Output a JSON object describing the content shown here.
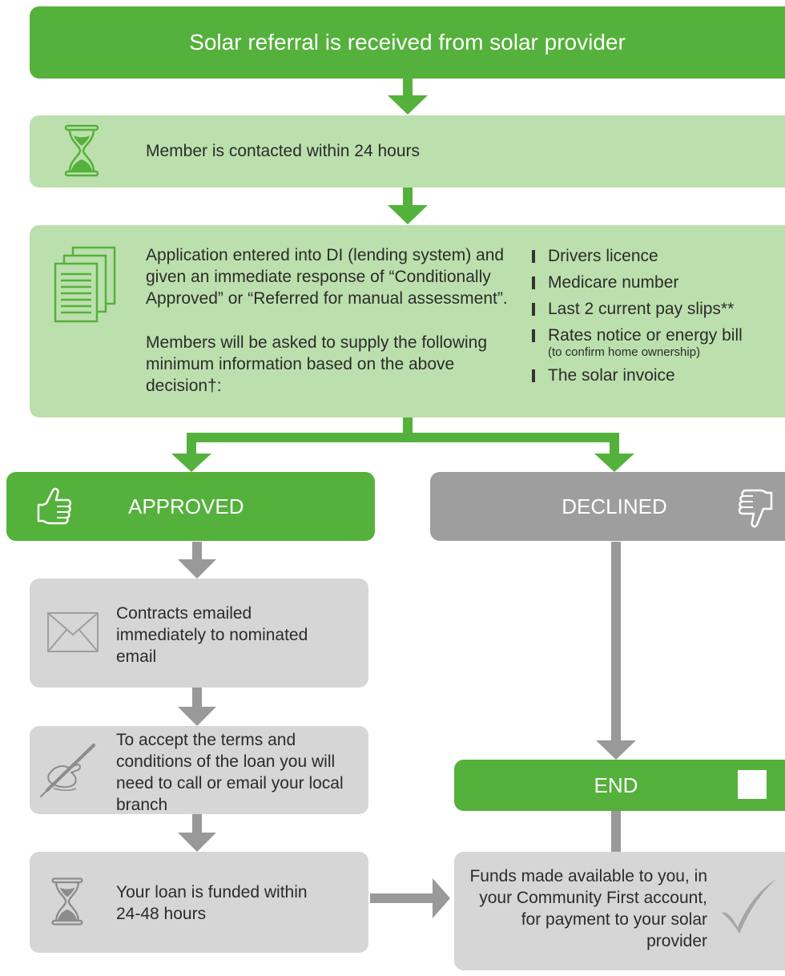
{
  "header": {
    "title": "Solar referral is received from solar provider"
  },
  "contact": {
    "text": "Member is contacted within 24 hours"
  },
  "application": {
    "description": "Application entered into DI (lending system) and given an immediate response of “Conditionally Approved” or “Referred for manual assessment”.",
    "members_note": "Members will be asked to supply the following minimum information based on the above decision†:",
    "requirements": [
      {
        "label": "Drivers licence",
        "note": ""
      },
      {
        "label": "Medicare number",
        "note": ""
      },
      {
        "label": "Last 2 current pay slips**",
        "note": ""
      },
      {
        "label": "Rates notice or energy bill",
        "note": "(to confirm home ownership)"
      },
      {
        "label": "The solar invoice",
        "note": ""
      }
    ]
  },
  "approved": {
    "label": "APPROVED"
  },
  "declined": {
    "label": "DECLINED"
  },
  "contracts": {
    "text": "Contracts emailed immediately to nominated email"
  },
  "accept": {
    "text": "To accept the terms and conditions of the loan you will need to call or email your local branch"
  },
  "funded": {
    "text": "Your loan is funded within 24-48 hours"
  },
  "end": {
    "label": "END"
  },
  "funds": {
    "text": "Funds made available to you, in your Community First account, for payment to your solar provider"
  },
  "colors": {
    "dark_green": "#54b13b",
    "light_green": "#bce0ad",
    "grey": "#9e9e9e",
    "light_grey": "#d6d6d6",
    "arrow_grey": "#999999"
  }
}
